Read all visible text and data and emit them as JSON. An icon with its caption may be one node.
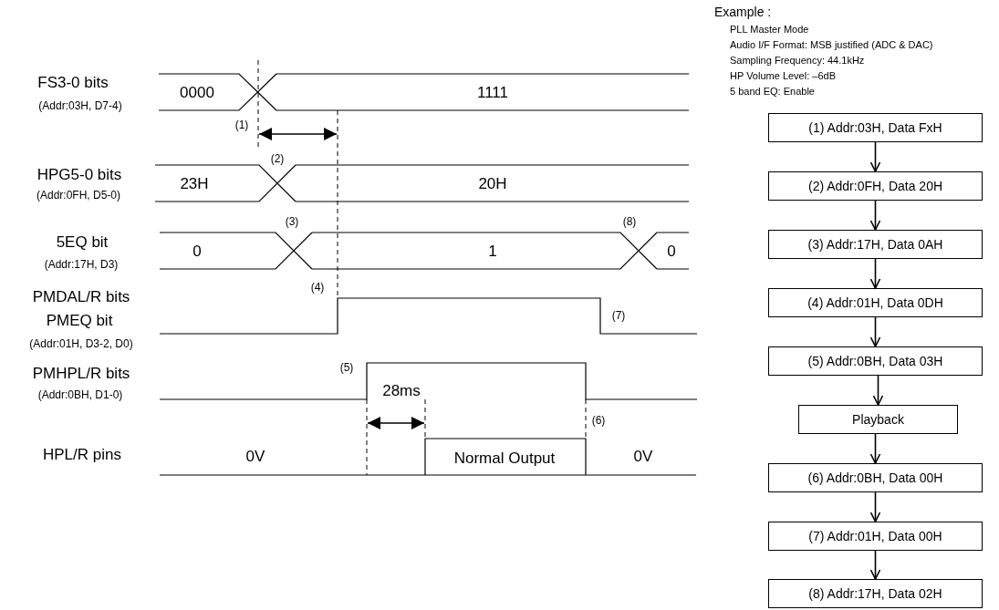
{
  "diagram": {
    "nodes": [
      {
        "text": [
          "(1) Addr:03H, Data FxH"
        ]
      },
      {
        "text": [
          "(2) Addr:0FH, Data 20H"
        ]
      },
      {
        "text": [
          "(3) Addr:17H, Data 0AH"
        ]
      },
      {
        "text": [
          "(4) Addr:01H, Data 0DH"
        ]
      },
      {
        "text": [
          "(5) Addr:0BH, Data 03H"
        ]
      },
      {
        "text": [
          "Playback"
        ]
      },
      {
        "text": [
          "(6) Addr:0BH, Data 00H"
        ]
      },
      {
        "text": [
          "(7) Addr:01H, Data 00H"
        ]
      },
      {
        "text": [
          "(8) Addr:17H, Data 02H"
        ]
      }
    ],
    "edges": [
      {
        "from": 0,
        "to": 1,
        "arrow": "to"
      },
      {
        "from": 1,
        "to": 2,
        "arrow": "to"
      },
      {
        "from": 2,
        "to": 3,
        "arrow": "to"
      },
      {
        "from": 3,
        "to": 4,
        "arrow": "to"
      },
      {
        "from": 4,
        "to": 5,
        "arrow": "to"
      },
      {
        "from": 5,
        "to": 6,
        "arrow": "to"
      },
      {
        "from": 6,
        "to": 7,
        "arrow": "to"
      },
      {
        "from": 7,
        "to": 8,
        "arrow": "to"
      }
    ],
    "labels": [
      "Example :",
      "PLL Master Mode",
      "Audio I/F Format: MSB justified (ADC & DAC)",
      "Sampling Frequency: 44.1kHz",
      "HP Volume Level: –6dB",
      "5 band EQ: Enable",
      "FS3-0 bits",
      "(Addr:03H, D7-4)",
      "0000",
      "1111",
      "(1)",
      "(2)",
      "HPG5-0 bits",
      "(Addr:0FH, D5-0)",
      "23H",
      "20H",
      "(3)",
      "(8)",
      "5EQ bit",
      "(Addr:17H, D3)",
      "0",
      "1",
      "0",
      "PMDAL/R bits",
      "(4)",
      "PMEQ bit",
      "(7)",
      "(Addr:01H, D3-2, D0)",
      "(5)",
      "PMHPL/R bits",
      "28ms",
      "(Addr:0BH, D1-0)",
      "(6)",
      "HPL/R pins",
      "0V",
      "Normal Output",
      "0V"
    ]
  }
}
